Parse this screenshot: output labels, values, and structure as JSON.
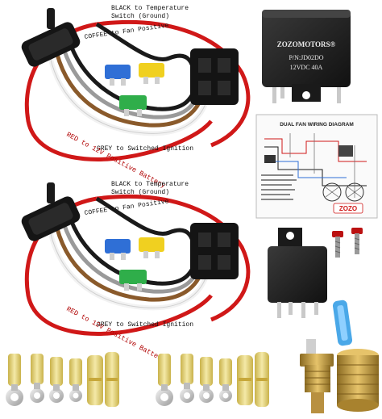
{
  "kit": {
    "harness_labels": {
      "black": "BLACK to Temperature Switch (Ground)",
      "black_line1": "BLACK to Temperature",
      "black_line2": "Switch (Ground)",
      "coffee": "COFFEE to Fan Positive",
      "grey": "GREY to Switched Ignition",
      "red": "RED to 12V Positive Battery"
    },
    "relay": {
      "brand": "ZOZOMOTORS®",
      "part_number": "P/N:JD02DO",
      "rating": "12VDC 40A"
    },
    "diagram": {
      "title": "DUAL FAN WIRING DIAGRAM",
      "logo": "ZOZO"
    }
  },
  "colors": {
    "wire_red": "#d01818",
    "wire_black": "#1a1a1a",
    "wire_white": "#f2f2f2",
    "wire_brown": "#8a5a2b",
    "wire_grey": "#9a9a9a",
    "fuse_blue": "#2f6fd6",
    "fuse_yellow": "#f0d020",
    "fuse_green": "#2fae4a",
    "terminal_yellow": "#e8d36a",
    "brass": "#c9a24a"
  }
}
